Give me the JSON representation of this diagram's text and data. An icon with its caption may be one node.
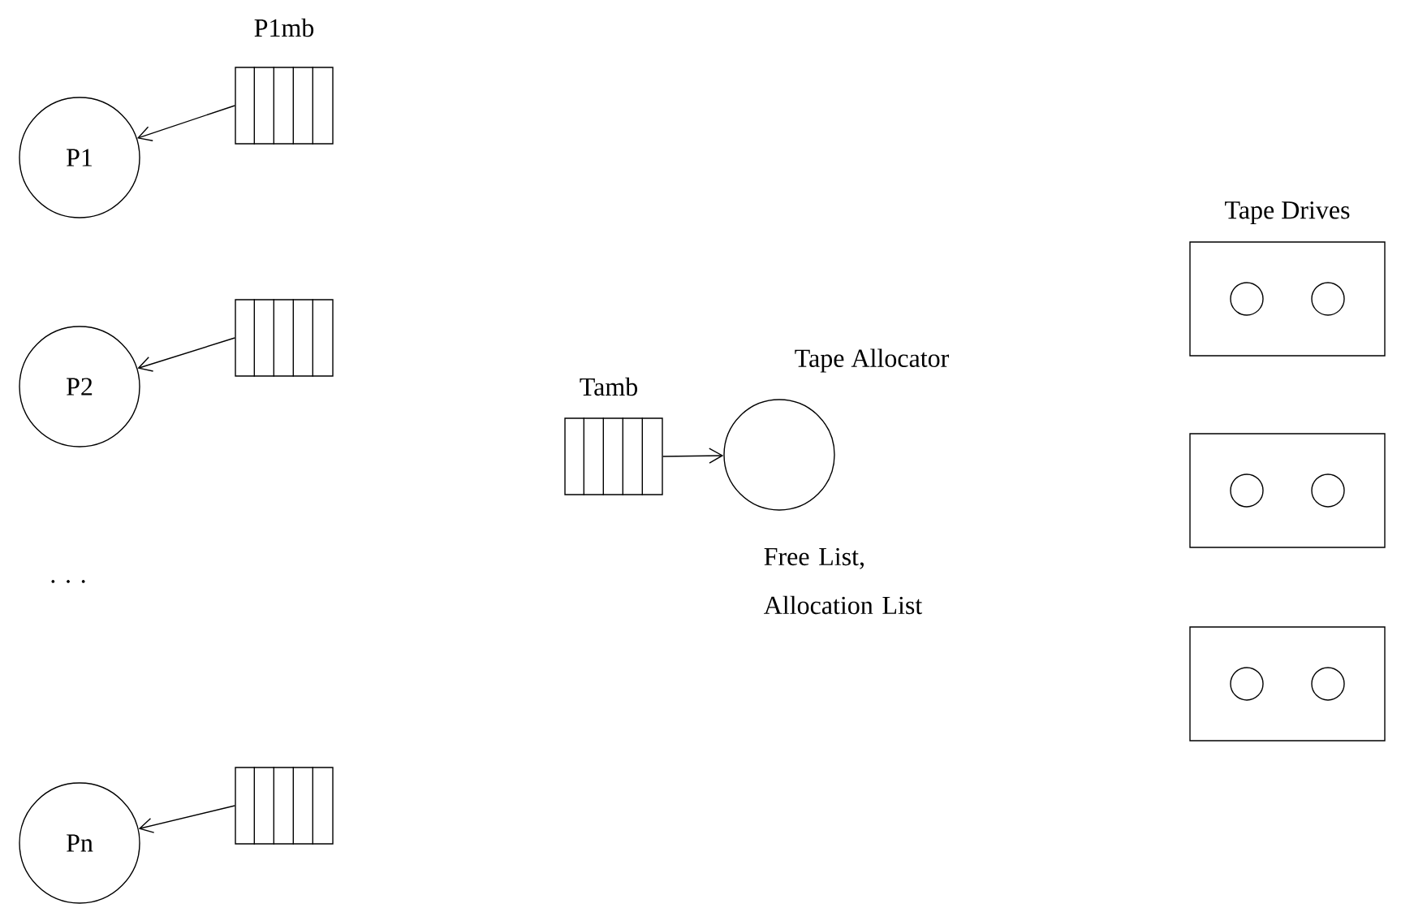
{
  "diagram": {
    "nodes": [
      {
        "text": [
          "P1"
        ]
      },
      {
        "text": [
          "P1mb"
        ]
      },
      {
        "text": [
          "P2"
        ]
      },
      {
        "text": [],
        "shape": "box"
      },
      {
        "text": [
          "Pn"
        ]
      },
      {
        "text": [],
        "shape": "box"
      },
      {
        "text": [
          "Tamb"
        ]
      },
      {
        "text": [
          "Tape Allocator"
        ],
        "beside": [
          "Free List, Allocation List"
        ]
      },
      {
        "text": [
          "Tape Drives"
        ]
      },
      {
        "text": [],
        "shape": "box"
      },
      {
        "text": [],
        "shape": "box"
      }
    ],
    "edges": [
      {
        "from": 1,
        "to": 0,
        "arrow": "to"
      },
      {
        "from": 3,
        "to": 2,
        "arrow": "to"
      },
      {
        "from": 5,
        "to": 4,
        "arrow": "to"
      },
      {
        "from": 6,
        "to": 7,
        "arrow": "to"
      }
    ],
    "labels": [
      ". . ."
    ]
  }
}
